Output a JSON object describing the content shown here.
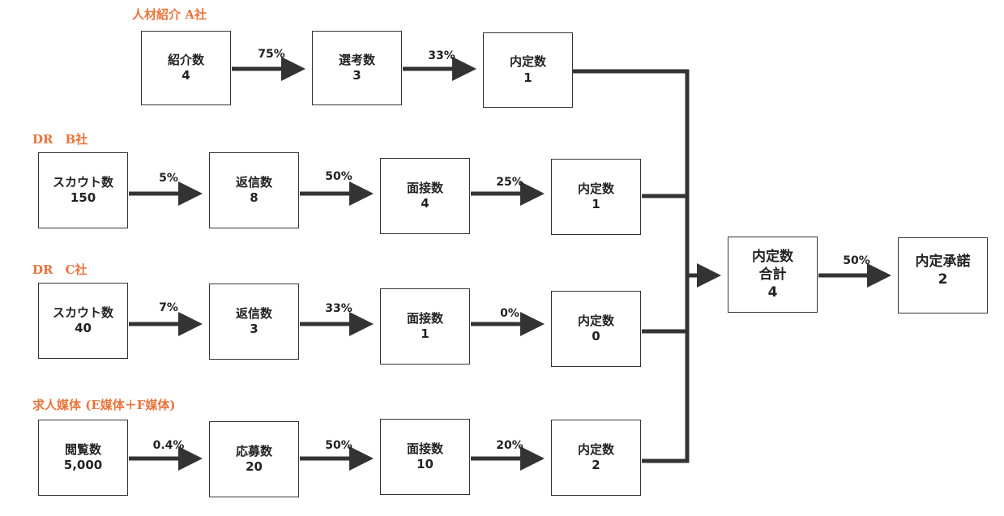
{
  "rows": [
    {
      "label": "人材紹介 A社",
      "nodes": [
        {
          "name": "紹介数",
          "value": "4"
        },
        {
          "name": "選考数",
          "value": "3"
        },
        {
          "name": "内定数",
          "value": "1"
        }
      ],
      "rates": [
        "75%",
        "33%"
      ]
    },
    {
      "label": "DR　B社",
      "nodes": [
        {
          "name": "スカウト数",
          "value": "150"
        },
        {
          "name": "返信数",
          "value": "8"
        },
        {
          "name": "面接数",
          "value": "4"
        },
        {
          "name": "内定数",
          "value": "1"
        }
      ],
      "rates": [
        "5%",
        "50%",
        "25%"
      ]
    },
    {
      "label": "DR　C社",
      "nodes": [
        {
          "name": "スカウト数",
          "value": "40"
        },
        {
          "name": "返信数",
          "value": "3"
        },
        {
          "name": "面接数",
          "value": "1"
        },
        {
          "name": "内定数",
          "value": "0"
        }
      ],
      "rates": [
        "7%",
        "33%",
        "0%"
      ]
    },
    {
      "label": "求人媒体 (E媒体＋F媒体)",
      "nodes": [
        {
          "name": "閲覧数",
          "value": "5,000"
        },
        {
          "name": "応募数",
          "value": "20"
        },
        {
          "name": "面接数",
          "value": "10"
        },
        {
          "name": "内定数",
          "value": "2"
        }
      ],
      "rates": [
        "0.4%",
        "50%",
        "20%"
      ]
    }
  ],
  "total": {
    "line1": "内定数",
    "line2": "合計",
    "value": "4"
  },
  "final_rate": "50%",
  "final": {
    "name": "内定承諾",
    "value": "2"
  },
  "colors": {
    "label": "#e8743b",
    "arrow": "#333333",
    "border": "#333333"
  }
}
